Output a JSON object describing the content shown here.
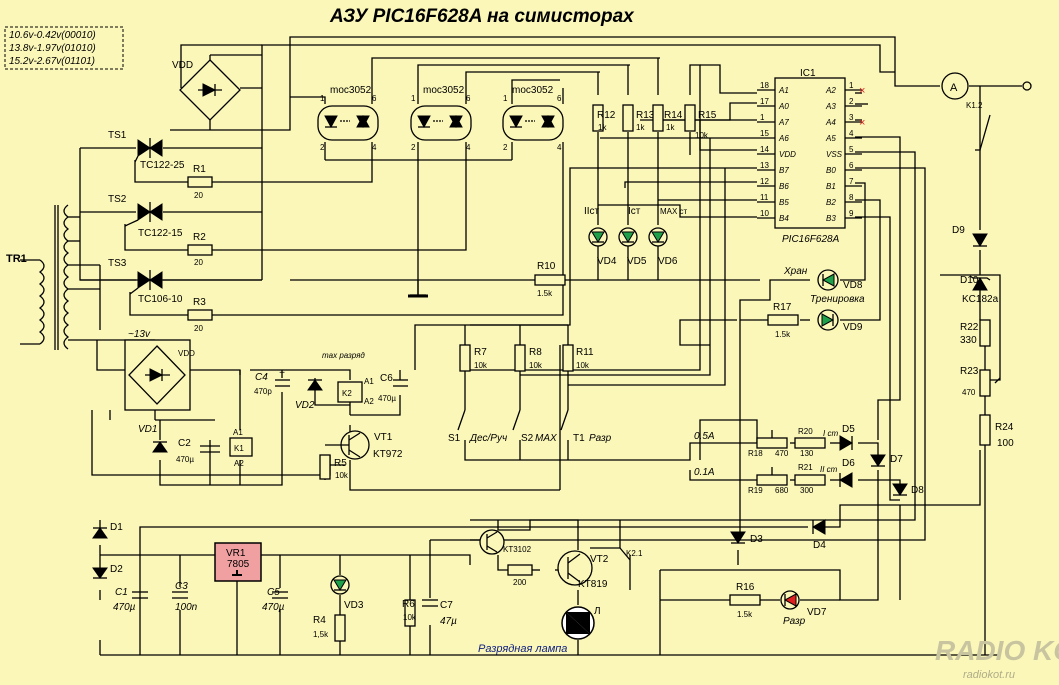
{
  "title": "АЗУ PIC16F628A на симисторах",
  "legend": [
    "10.6v-0.42v(00010)",
    "13.8v-1.97v(01010)",
    "15.2v-2.67v(01101)"
  ],
  "watermark": "radiokot.ru",
  "colors": {
    "background": "#fbf7b8",
    "vr1": "#f0a0a0",
    "led_green": "#1fa04a",
    "led_red": "#e02020",
    "watermark": "#c8c4a0"
  },
  "labels": {
    "tr1": "TR1",
    "vdd": "VDD",
    "vdd2": "VDD",
    "ac13": "~13v",
    "ts1": "TS1",
    "ts1_type": "TC122-25",
    "ts2": "TS2",
    "ts2_type": "TC122-15",
    "ts3": "TS3",
    "ts3_type": "TC106-10",
    "r1": "R1",
    "r1v": "20",
    "r2": "R2",
    "r2v": "20",
    "r3": "R3",
    "r3v": "20",
    "moc": "moc3052",
    "pin1": "1",
    "pin6": "6",
    "pin2": "2",
    "pin4": "4",
    "r12": "R12",
    "r12v": "1k",
    "r13": "R13",
    "r13v": "1k",
    "r14": "R14",
    "r14v": "1k",
    "r15": "R15",
    "r15v": "10k",
    "ilst": "IIст",
    "ist": "Iст",
    "maxst": "MAX ст",
    "vd4": "VD4",
    "vd5": "VD5",
    "vd6": "VD6",
    "r10": "R10",
    "r10v": "1.5k",
    "ic1": "IC1",
    "ic1_name": "PIC16F628A",
    "khran": "Хран",
    "vd8": "VD8",
    "trenirovka": "Тренировка",
    "vd9": "VD9",
    "r17": "R17",
    "r17v": "1.5k",
    "r7": "R7",
    "r7v": "10k",
    "r8": "R8",
    "r8v": "10k",
    "r11": "R11",
    "r11v": "10k",
    "s1": "S1",
    "s1_text": "Дес/Руч",
    "s2": "S2",
    "s2_text": "MAX",
    "t1": "T1",
    "t1_text": "Разр",
    "max_razryad": "max разряд",
    "c4": "C4",
    "c4v": "470р",
    "vd2": "VD2",
    "k2": "K2",
    "a1": "A1",
    "a2": "A2",
    "c6": "C6",
    "c6v": "470µ",
    "vt1": "VT1",
    "kt972": "KT972",
    "r5": "R5",
    "r5v": "10k",
    "vd1": "VD1",
    "c2": "C2",
    "c2v": "470µ",
    "k1": "K1",
    "d1": "D1",
    "d2": "D2",
    "c1": "C1",
    "c1v": "470µ",
    "c3": "C3",
    "c3v": "100n",
    "vr1": "VR1",
    "vr1_type": "7805",
    "c5": "C5",
    "c5v": "470µ",
    "r4": "R4",
    "r4v": "1,5k",
    "vd3": "VD3",
    "r6": "R6",
    "r6v": "10k",
    "c7": "C7",
    "c7v": "47µ",
    "kt3102": "KT3102",
    "r_200": "200",
    "vt2": "VT2",
    "kt819": "KT819",
    "k21": "K2.1",
    "lamp_label": "Разрядная лампа",
    "lamp_id": "Л",
    "r16": "R16",
    "r16v": "1.5k",
    "vd7": "VD7",
    "razr": "Разр",
    "a05": "0.5A",
    "a01": "0.1A",
    "r18": "R18",
    "r18v": "470",
    "r20": "R20",
    "r20v": "130",
    "ist1": "I ст",
    "r19": "R19",
    "r19v": "680",
    "r21": "R21",
    "r21v": "300",
    "ist2": "II ст",
    "d5": "D5",
    "d6": "D6",
    "d7": "D7",
    "d8": "D8",
    "d3": "D3",
    "d4": "D4",
    "ammeter": "A",
    "k12": "K1.2",
    "d9": "D9",
    "d10": "D10",
    "kc182a": "KC182a",
    "r22": "R22",
    "r22v": "330",
    "r23": "R23",
    "r23v": "470",
    "r24": "R24",
    "r24v": "100"
  },
  "ic_pins_left": [
    {
      "num": "18",
      "name": "A1"
    },
    {
      "num": "17",
      "name": "A0"
    },
    {
      "num": "1",
      "name": "A7"
    },
    {
      "num": "15",
      "name": "A6"
    },
    {
      "num": "14",
      "name": "VDD"
    },
    {
      "num": "13",
      "name": "B7"
    },
    {
      "num": "12",
      "name": "B6"
    },
    {
      "num": "11",
      "name": "B5"
    },
    {
      "num": "10",
      "name": "B4"
    }
  ],
  "ic_pins_right": [
    {
      "num": "1",
      "name": "A2",
      "nc": true
    },
    {
      "num": "2",
      "name": "A3",
      "nc": false
    },
    {
      "num": "3",
      "name": "A4",
      "nc": true
    },
    {
      "num": "4",
      "name": "A5",
      "nc": false
    },
    {
      "num": "5",
      "name": "VSS",
      "nc": false
    },
    {
      "num": "6",
      "name": "B0",
      "nc": false
    },
    {
      "num": "7",
      "name": "B1",
      "nc": false
    },
    {
      "num": "8",
      "name": "B2",
      "nc": false
    },
    {
      "num": "9",
      "name": "B3",
      "nc": false
    }
  ]
}
